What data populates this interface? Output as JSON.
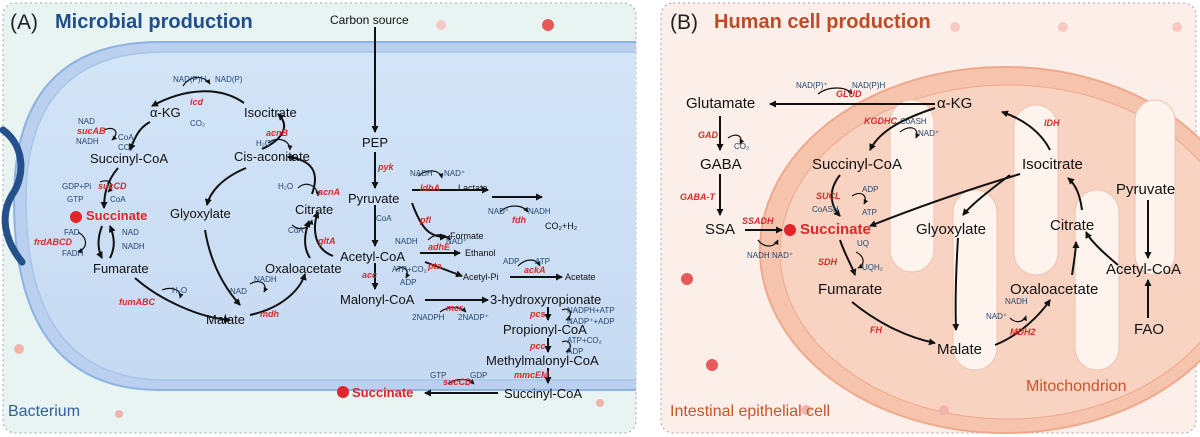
{
  "colors": {
    "panel_a_title": "#1f4e8c",
    "panel_b_title": "#bf4a26",
    "bacterium_label": "#2f5e9e",
    "mitochondrion_label": "#c9542c",
    "cell_label": "#c9542c",
    "enzyme": "#d42b2b",
    "cofactor": "#24466e",
    "succinate_highlight": "#e0262a"
  },
  "panel_a": {
    "label": "(A)",
    "title": "Microbial production",
    "region_label": "Bacterium",
    "metabolites": {
      "carbon_source": "Carbon source",
      "alpha_kg": "α-KG",
      "isocitrate": "Isocitrate",
      "succinyl_coa": "Succinyl-CoA",
      "cis_aconitate": "Cis-aconitate",
      "succinate": "Succinate",
      "glyoxylate": "Glyoxylate",
      "citrate": "Citrate",
      "fumarate": "Fumarate",
      "oxaloacetate": "Oxaloacetate",
      "malate": "Malate",
      "pep": "PEP",
      "pyruvate": "Pyruvate",
      "lactate": "Lactate",
      "formate": "Formate",
      "co2_h2": "CO₂+H₂",
      "acetyl_coa": "Acetyl-CoA",
      "ethanol": "Ethanol",
      "acetyl_pi": "Acetyl-Pi",
      "acetate": "Acetate",
      "malonyl_coa": "Malonyl-CoA",
      "hydroxypropionate": "3-hydroxyropionate",
      "propionyl_coa": "Propionyl-CoA",
      "methylmalonyl_coa": "Methylmalonyl-CoA",
      "succinyl_coa_2": "Succinyl-CoA",
      "succinate_2": "Succinate"
    },
    "enzymes": {
      "icd": "icd",
      "acnB": "acnB",
      "sucAB": "sucAB",
      "sucCD": "sucCD",
      "frdABCD": "frdABCD",
      "acnA": "acnA",
      "gltA": "gltA",
      "fumABC": "fumABC",
      "mdh": "mdh",
      "pyk": "pyk",
      "ldhA": "ldhA",
      "pfl": "pfl",
      "fdh": "fdh",
      "adhE": "adhE",
      "pta": "pta",
      "ackA": "ackA",
      "acc": "acc",
      "mcr": "mcr",
      "pcs": "pcs",
      "pcc": "pcc",
      "mmcEM": "mmcEM",
      "sucCD_2": "sucCD"
    },
    "cofactors": {
      "nadph_top": "NAD(P)H",
      "nadp_top": "NAD(P)",
      "co2_icd": "CO₂",
      "h2o_acnb": "H₂O",
      "nad_sucab": "NAD",
      "coa_sucab": "CoA",
      "nadh_sucab": "NADH",
      "co2_sucab": "CO₂",
      "gdp_pi": "GDP+Pi",
      "coa_succd": "CoA",
      "gtp_succd": "GTP",
      "fad": "FAD",
      "nad_frd": "NAD",
      "nadh_frd": "NADH",
      "fadh": "FADH",
      "h2o_acna": "H₂O",
      "coa_glta": "CoA",
      "h2o_fum": "H₂O",
      "nadh_mdh": "NADH",
      "nad_mdh": "NAD",
      "nadh_ldh": "NADH",
      "nad_ldh": "NAD⁺",
      "coa_pfl": "CoA",
      "nad_fdh": "NAD⁺",
      "nadh_fdh": "NADH",
      "nadh_adh": "NADH",
      "nad_adh": "NAD⁺",
      "adp_ack": "ADP",
      "atp_ack": "ATP",
      "atp_co2_acc": "ATP+CO₂",
      "adp_acc": "ADP",
      "nadph_mcr": "2NADPH",
      "nadp_mcr": "2NADP⁺",
      "nadph_atp_pcs": "NADPH+ATP",
      "nadp_adp_pcs": "NADP⁺+ADP",
      "atp_co2_pcc": "ATP+CO₂",
      "adp_pcc": "ADP",
      "gtp_suc2": "GTP",
      "gdp_suc2": "GDP"
    }
  },
  "panel_b": {
    "label": "(B)",
    "title": "Human cell production",
    "region_label": "Intestinal epithelial cell",
    "organelle_label": "Mitochondrion",
    "metabolites": {
      "glutamate": "Glutamate",
      "alpha_kg": "α-KG",
      "gaba": "GABA",
      "succinyl_coa": "Succinyl-CoA",
      "isocitrate": "Isocitrate",
      "ssa": "SSA",
      "succinate": "Succinate",
      "glyoxylate": "Glyoxylate",
      "citrate": "Citrate",
      "pyruvate": "Pyruvate",
      "fumarate": "Fumarate",
      "oxaloacetate": "Oxaloacetate",
      "acetyl_coa": "Acetyl-CoA",
      "malate": "Malate",
      "fao": "FAO"
    },
    "enzymes": {
      "glud": "GLUD",
      "kgdhc": "KGDHC",
      "idh": "IDH",
      "gad": "GAD",
      "gaba_t": "GABA-T",
      "ssadh": "SSADH",
      "sucl": "SUCL",
      "sdh": "SDH",
      "fh": "FH",
      "mdh2": "MDH2"
    },
    "cofactors": {
      "nadp_glud": "NAD(P)⁺",
      "nadph_glud": "NAD(P)H",
      "co2_gad": "CO₂",
      "coash_kg": "CoASH",
      "nad_kg": "NAD⁺",
      "adp_sucl": "ADP",
      "coash_sucl": "CoASH",
      "atp_sucl": "ATP",
      "nadh_ssadh": "NADH",
      "nad_ssadh": "NAD⁺",
      "uq": "UQ",
      "uqh2": "UQH₂",
      "nadh_mdh": "NADH",
      "nad_mdh": "NAD⁺"
    }
  }
}
